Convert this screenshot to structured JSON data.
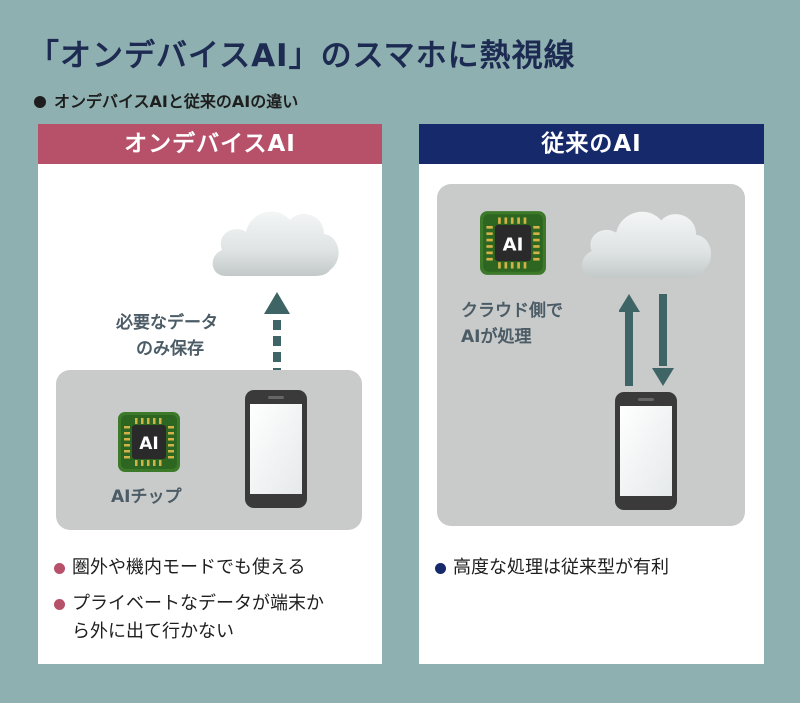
{
  "title": "「オンデバイスAI」のスマホに熱視線",
  "subtitle": "オンデバイスAIと従来のAIの違い",
  "colors": {
    "background": "#8fb0b0",
    "left_accent": "#b7516a",
    "right_accent": "#16296a",
    "arrow": "#3f6465",
    "box": "#c9cbca"
  },
  "left": {
    "header": "オンデバイスAI",
    "cloud_label_line1": "必要なデータ",
    "cloud_label_line2": "のみ保存",
    "chip_text": "AI",
    "chip_label": "AIチップ",
    "bullets": [
      "圏外や機内モードでも使える",
      "プライベートなデータが端末か",
      "ら外に出て行かない"
    ]
  },
  "right": {
    "header": "従来のAI",
    "chip_text": "AI",
    "cloud_label_line1": "クラウド側で",
    "cloud_label_line2": "AIが処理",
    "bullets": [
      "高度な処理は従来型が有利"
    ]
  }
}
